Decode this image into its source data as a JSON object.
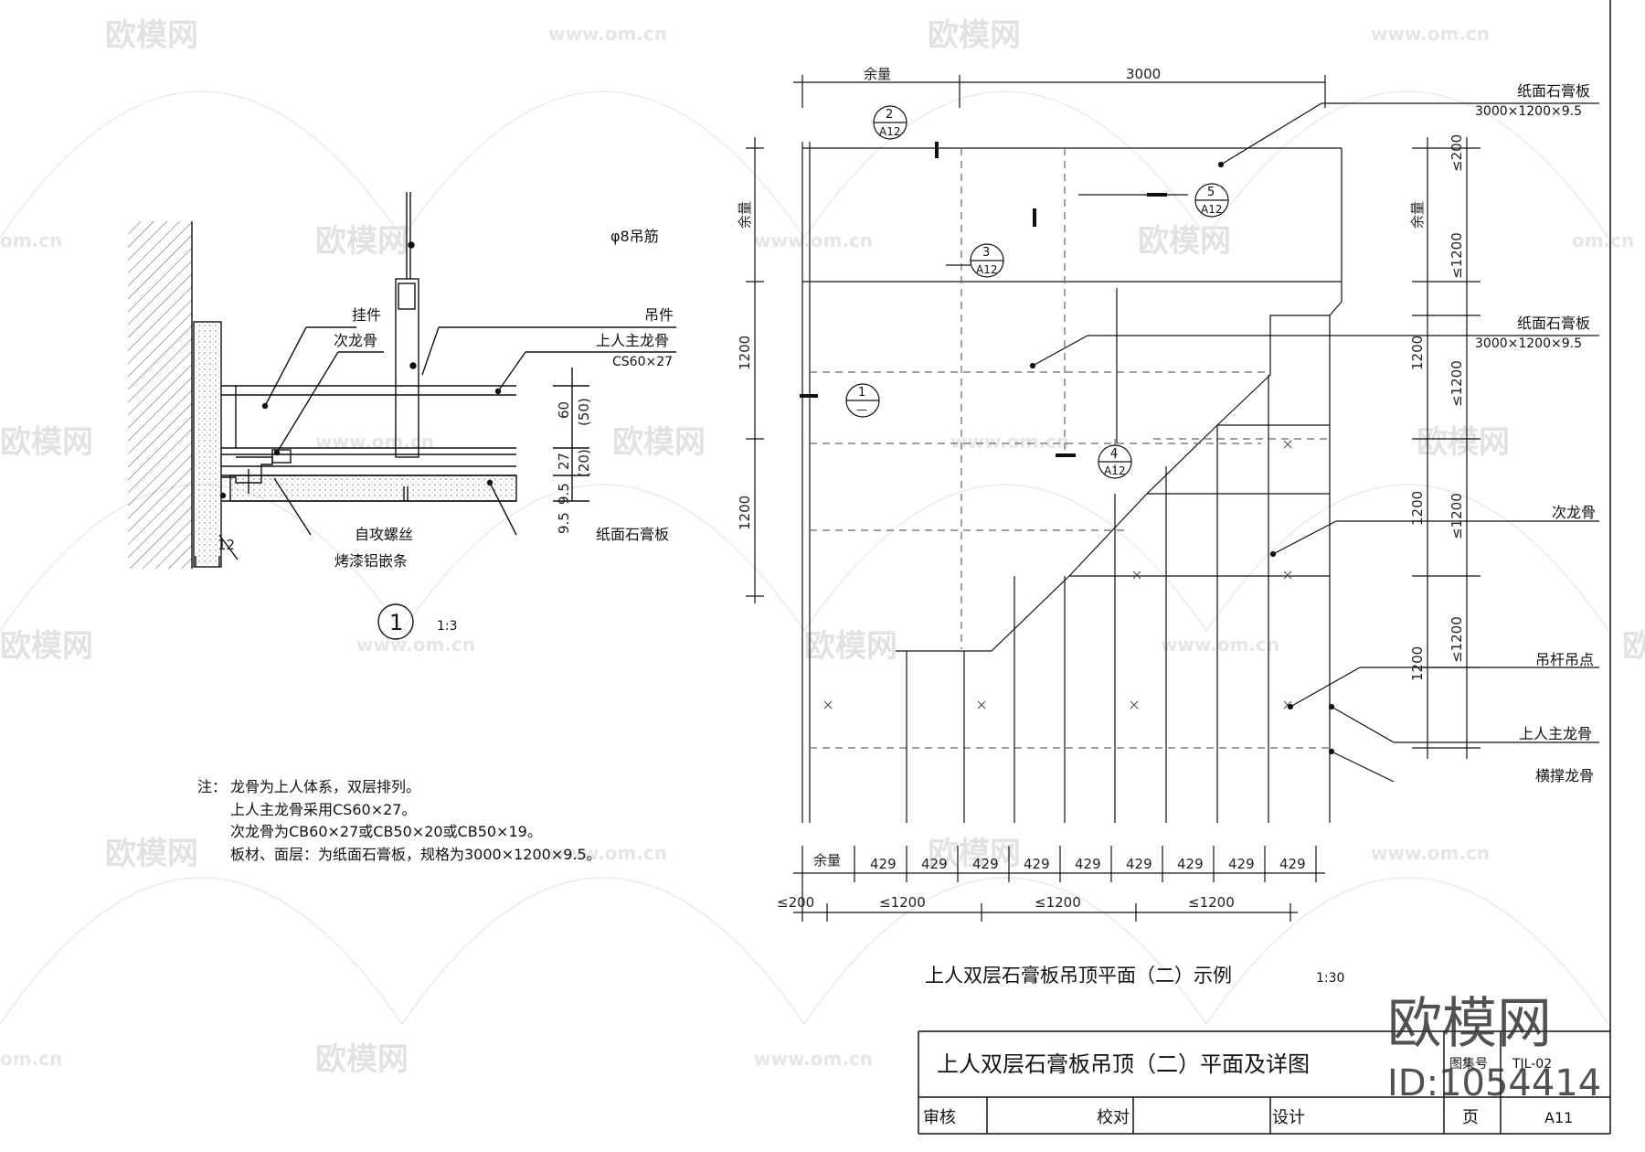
{
  "watermark": {
    "brand": "欧模网",
    "site": "www.om.cn",
    "site_short": "om.cn",
    "corner_brand": "欧模网",
    "id_label": "ID:1054414"
  },
  "detail": {
    "label_rod": "φ8吊筋",
    "label_hanger_clip": "挂件",
    "label_secondary_keel": "次龙骨",
    "label_hanger": "吊件",
    "label_main_keel": "上人主龙骨",
    "label_main_keel_spec": "CS60×27",
    "label_screw": "自攻螺丝",
    "label_trim": "烤漆铝嵌条",
    "label_board": "纸面石膏板",
    "dim_60": "60",
    "dim_50": "(50)",
    "dim_27": "27",
    "dim_20": "(20)",
    "dim_9_5a": "9.5",
    "dim_9_5b": "9.5",
    "dim_12": "12",
    "number": "1",
    "scale": "1:3"
  },
  "notes": {
    "heading": "注：",
    "lines": [
      "龙骨为上人体系，双层排列。",
      "上人主龙骨采用CS60×27。",
      "次龙骨为CB60×27或CB50×20或CB50×19。",
      "板材、面层：为纸面石膏板，规格为3000×1200×9.5。"
    ]
  },
  "plan": {
    "dim_margin": "余量",
    "dim_3000": "3000",
    "dim_1200": "1200",
    "dim_le200": "≤200",
    "dim_le1200": "≤1200",
    "dim_429": "429",
    "label_board": "纸面石膏板",
    "label_board_spec": "3000×1200×9.5",
    "label_secondary_keel": "次龙骨",
    "label_hanging_point": "吊杆吊点",
    "label_main_keel": "上人主龙骨",
    "label_cross_keel": "横撑龙骨",
    "callouts": [
      {
        "num": "2",
        "ref": "A12"
      },
      {
        "num": "5",
        "ref": "A12"
      },
      {
        "num": "3",
        "ref": "A12"
      },
      {
        "num": "1",
        "ref": "—"
      },
      {
        "num": "4",
        "ref": "A12"
      }
    ],
    "title": "上人双层石膏板吊顶平面（二）示例",
    "scale": "1:30"
  },
  "titleblock": {
    "title": "上人双层石膏板吊顶（二）平面及详图",
    "atlas_label": "图集号",
    "atlas_no": "TJL-02",
    "review": "审核",
    "check": "校对",
    "design": "设计",
    "page_label": "页",
    "page_no": "A11"
  }
}
